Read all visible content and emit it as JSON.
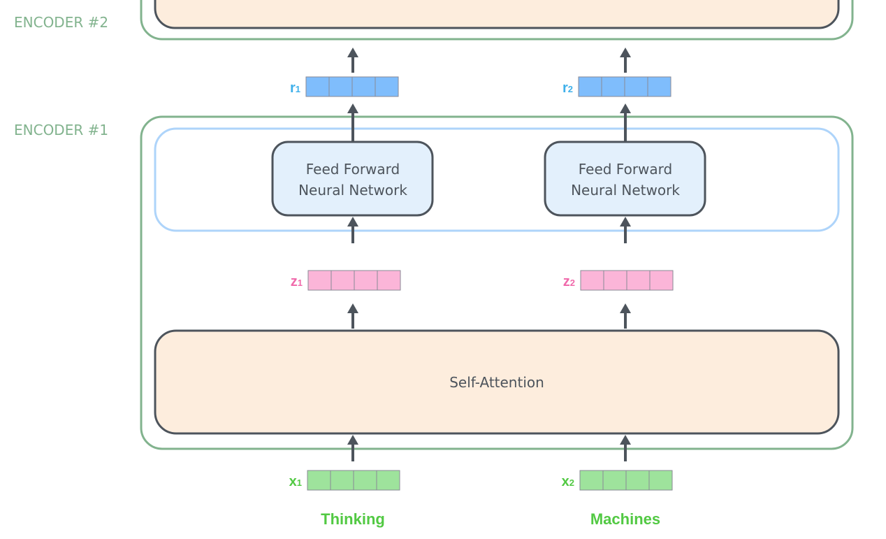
{
  "encoders": [
    {
      "label": "ENCODER #2"
    },
    {
      "label": "ENCODER #1"
    }
  ],
  "ffnn": {
    "line1": "Feed Forward",
    "line2": "Neural Network"
  },
  "self_attention": "Self-Attention",
  "columns": [
    {
      "word": "Thinking",
      "x": {
        "letter": "x",
        "sub": "1"
      },
      "z": {
        "letter": "z",
        "sub": "1"
      },
      "r": {
        "letter": "r",
        "sub": "1"
      }
    },
    {
      "word": "Machines",
      "x": {
        "letter": "x",
        "sub": "2"
      },
      "z": {
        "letter": "z",
        "sub": "2"
      },
      "r": {
        "letter": "r",
        "sub": "2"
      }
    }
  ],
  "colors": {
    "encoder_outline": "#82b38e",
    "box_outline": "#4d545c",
    "self_attention_fill": "#fdeddd",
    "ffnn_fill": "#e3f0fc",
    "ffnn_group_outline": "#aed4fa",
    "r_vector": "#7fbdfc",
    "r_label": "#3fb0ea",
    "z_vector": "#fbb5d8",
    "z_label": "#f06aab",
    "x_vector": "#9ee39c",
    "x_label": "#52c943"
  }
}
